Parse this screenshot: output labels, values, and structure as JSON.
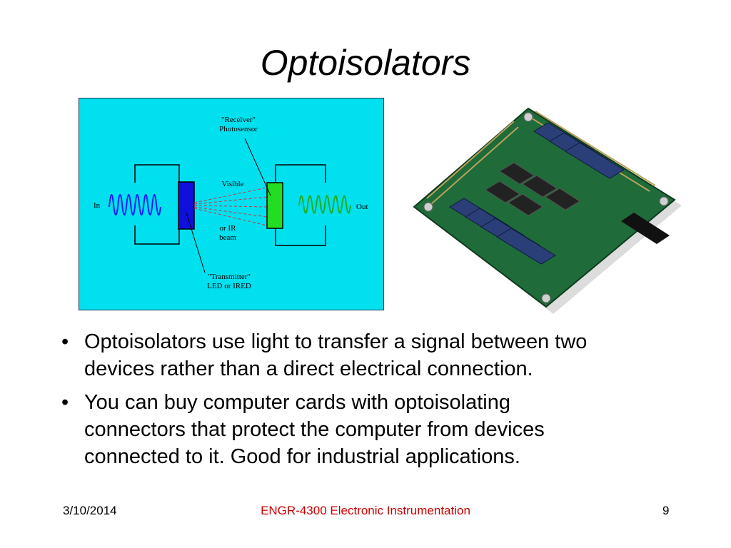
{
  "slide": {
    "title": "Optoisolators"
  },
  "diagram": {
    "background_color": "#00e0ee",
    "receiver_label_1": "\"Receiver\"",
    "receiver_label_2": "Photosensor",
    "visible_label": "Visible",
    "in_label": "In",
    "out_label": "Out",
    "ir_label_1": "or IR",
    "ir_label_2": "beam",
    "transmitter_label_1": "\"Transmitter\"",
    "transmitter_label_2": "LED or IRED",
    "transmitter_color": "#1010dd",
    "receiver_color": "#22dd22"
  },
  "bullets": [
    {
      "marker": "•",
      "line1": "Optoisolators use light to transfer a signal between two",
      "line2": "devices rather than a direct electrical connection."
    },
    {
      "marker": "•",
      "line1": "You can buy computer cards with optoisolating",
      "line2": "connectors that protect the computer from devices",
      "line3": "connected to it.  Good for industrial applications."
    }
  ],
  "footer": {
    "date": "3/10/2014",
    "course": "ENGR-4300  Electronic Instrumentation",
    "page": "9"
  }
}
